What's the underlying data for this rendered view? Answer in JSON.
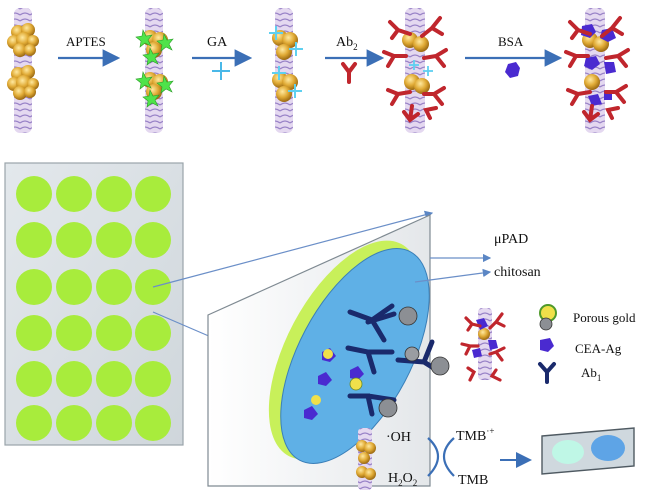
{
  "steps": {
    "aptes": "APTES",
    "ga": "GA",
    "ab2_main": "Ab",
    "ab2_sub": "2",
    "bsa": "BSA"
  },
  "labels": {
    "upad": "μPAD",
    "chitosan": "chitosan"
  },
  "legend": {
    "porous_gold": "Porous gold",
    "cea_ag": "CEA-Ag",
    "ab1_main": "Ab",
    "ab1_sub": "1"
  },
  "reaction": {
    "oh": "·OH",
    "h2o2_a": "H",
    "h2o2_sub1": "2",
    "h2o2_b": "O",
    "h2o2_sub2": "2",
    "tmb_ox": "TMB",
    "tmb_ox_sup": "·+",
    "tmb": "TMB"
  },
  "colors": {
    "arrow": "#3b6fb6",
    "well_green": "#a8ec3c",
    "plate_bg": "#d9e0e4",
    "disk_blue": "#5fb0e6",
    "antibody_red": "#c0262d",
    "bsa_purple": "#4a2ad0",
    "antibody_navy": "#1a2a6c",
    "gold": "#d9a42f"
  }
}
